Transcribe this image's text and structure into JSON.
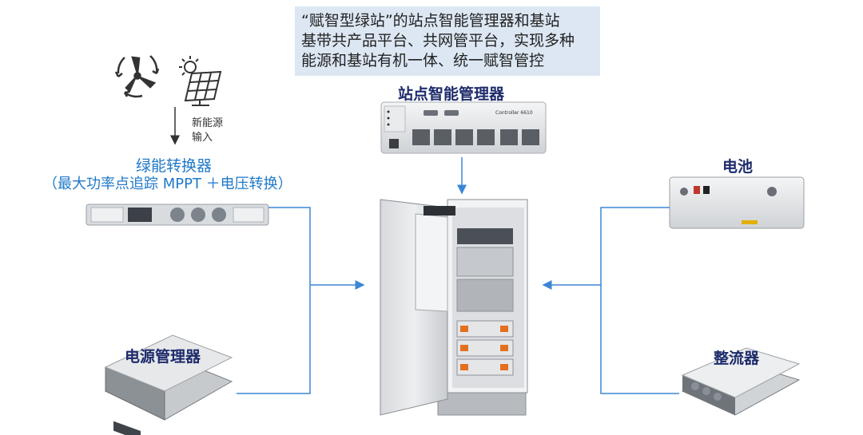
{
  "callout": {
    "lines": [
      "“赋智型绿站”的站点智能管理器和基站",
      "基带共产品平台、共网管平台，实现多种",
      "能源和基站有机一体、统一赋智管控"
    ]
  },
  "nodes": {
    "site_manager": {
      "title": "站点智能管理器",
      "device_label": "Controller 6610"
    },
    "green_converter": {
      "title": "绿能转换器",
      "subtitle": "（最大功率点追踪 MPPT ＋电压转换）"
    },
    "new_energy_input": {
      "line1": "新能源",
      "line2": "输入"
    },
    "battery": {
      "title": "电池"
    },
    "power_manager": {
      "title": "电源管理器"
    },
    "rectifier": {
      "title": "整流器"
    }
  },
  "colors": {
    "arrow": "#3b87d6",
    "blue_title": "#1f78c8",
    "dark_title": "#1d2b6b",
    "callout_bg": "#dce7f3"
  }
}
